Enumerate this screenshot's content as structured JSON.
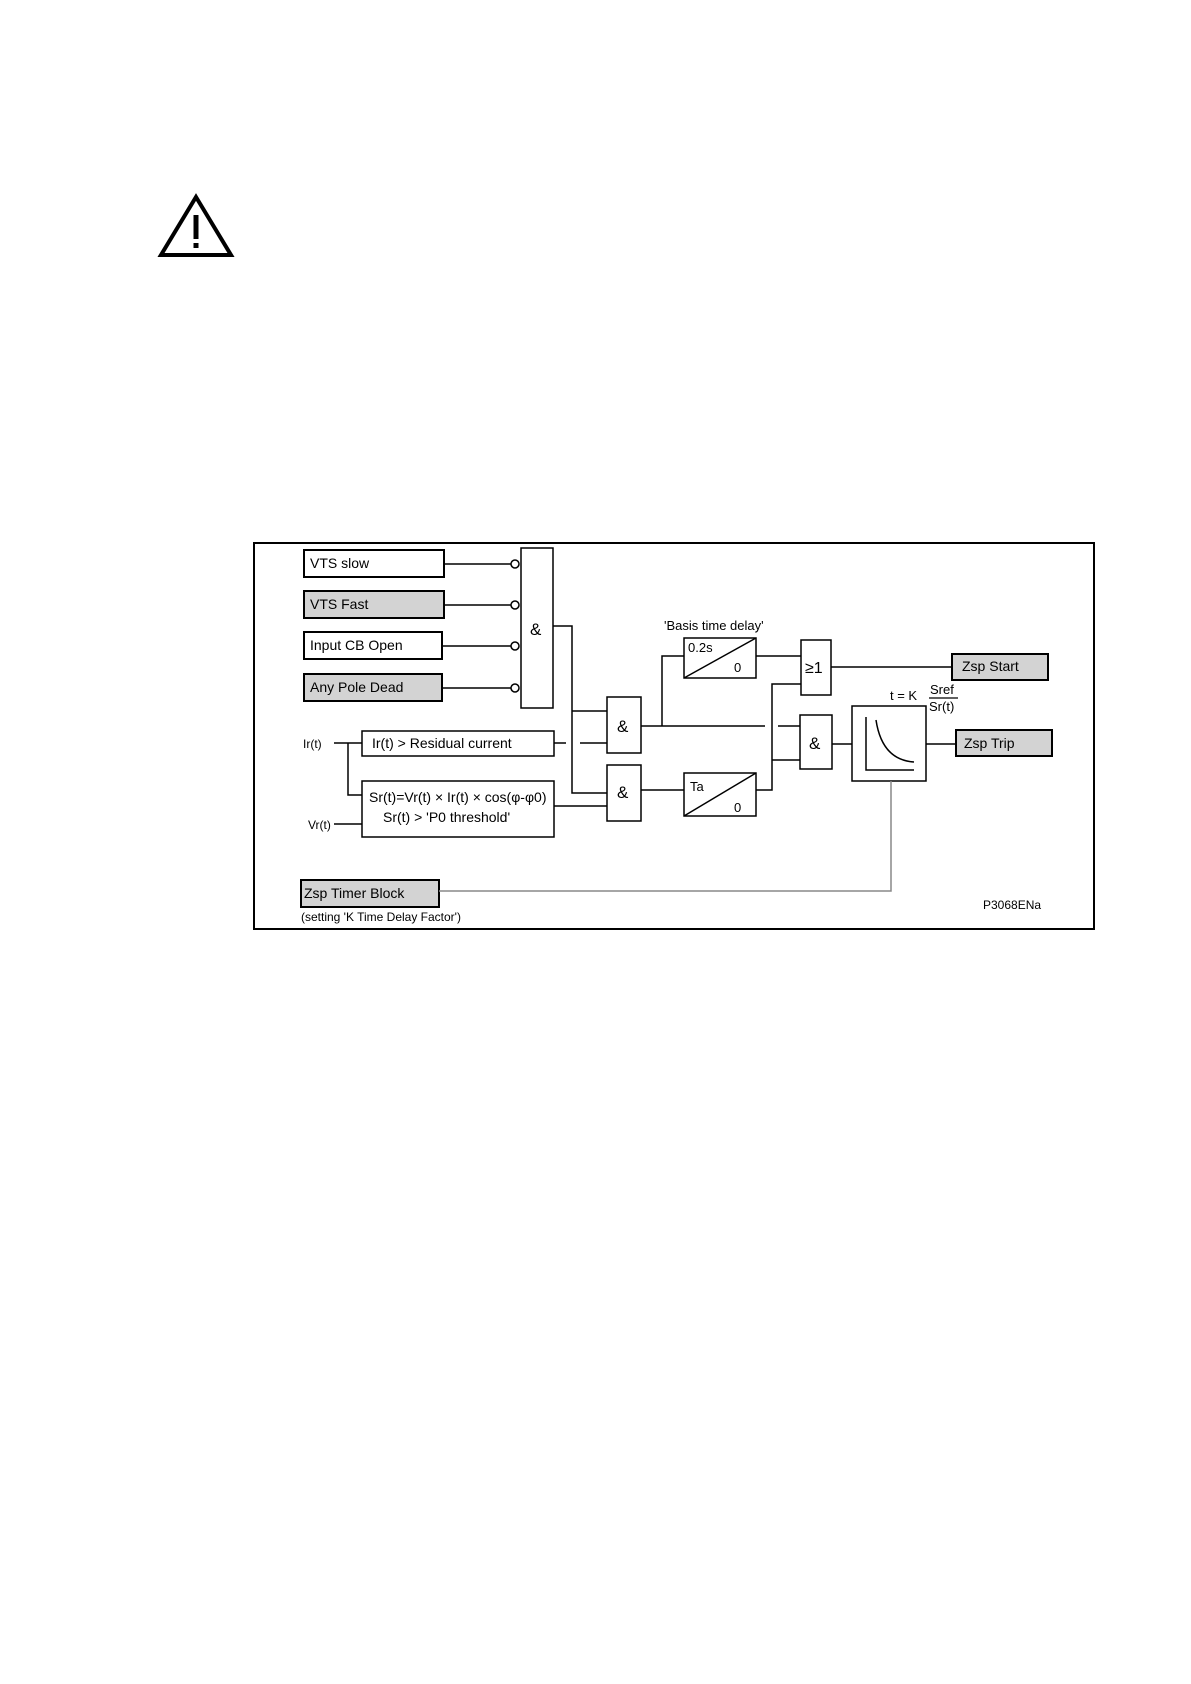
{
  "diagram": {
    "inputs": {
      "vts_slow": "VTS slow",
      "vts_fast": "VTS Fast",
      "input_cb_open": "Input CB Open",
      "any_pole_dead": "Any Pole Dead",
      "zsp_timer_block": "Zsp Timer Block"
    },
    "signals": {
      "ir_t": "Ir(t)",
      "vr_t": "Vr(t)"
    },
    "blocks": {
      "residual_current": "Ir(t) > Residual current",
      "sr_formula_line1": "Sr(t)=Vr(t) × Ir(t) × cos(φ-φ0)",
      "sr_formula_line2": "Sr(t) > 'P0 threshold'",
      "and_symbol": "&",
      "or_symbol": "≥1",
      "basis_time_delay_label": "'Basis time delay'",
      "timer_02s": "0.2s",
      "timer_02s_zero": "0",
      "timer_ta": "Ta",
      "timer_ta_zero": "0",
      "formula_t_equals_k": "t = K",
      "formula_numerator": "Sref",
      "formula_denominator": "Sr(t)"
    },
    "outputs": {
      "zsp_start": "Zsp Start",
      "zsp_trip": "Zsp Trip"
    },
    "notes": {
      "setting_note": "(setting 'K Time Delay Factor')",
      "figure_code": "P3068ENa"
    },
    "colors": {
      "shaded_box": "#d3d3d3",
      "line": "#000000"
    }
  }
}
